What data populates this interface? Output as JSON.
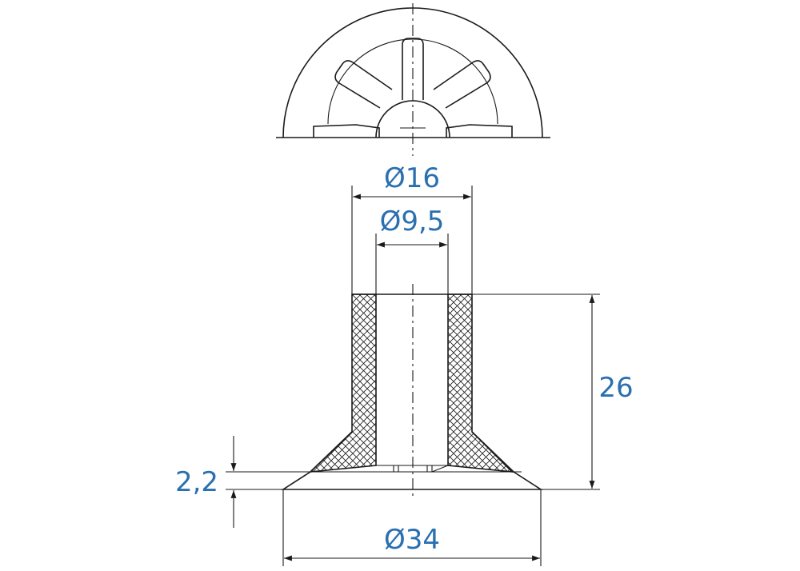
{
  "dimensions": {
    "outer_diameter_top": "Ø16",
    "inner_diameter": "Ø9,5",
    "height": "26",
    "lip_thickness": "2,2",
    "base_diameter": "Ø34"
  },
  "colors": {
    "line": "#1a1a1a",
    "dimension_text": "#2a6fb0",
    "background": "#ffffff"
  }
}
